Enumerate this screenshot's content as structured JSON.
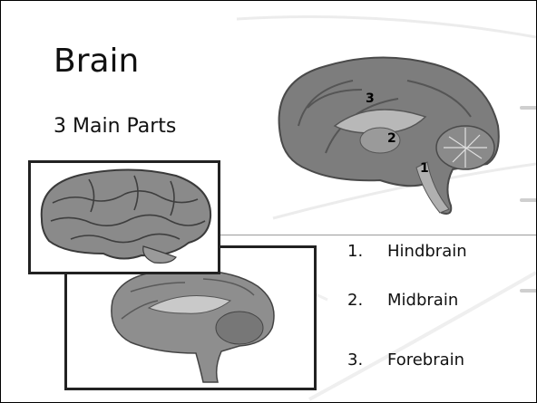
{
  "slide": {
    "title": "Brain",
    "subtitle": "3 Main Parts"
  },
  "diagram_markers": [
    "3",
    "2",
    "1"
  ],
  "parts_list": [
    {
      "number": "1.",
      "label": "Hindbrain"
    },
    {
      "number": "2.",
      "label": "Midbrain"
    },
    {
      "number": "3.",
      "label": "Forebrain"
    }
  ],
  "colors": {
    "frame": "#222222",
    "divider": "#9a9a9a",
    "brain_tissue": "#7d7d7d"
  }
}
